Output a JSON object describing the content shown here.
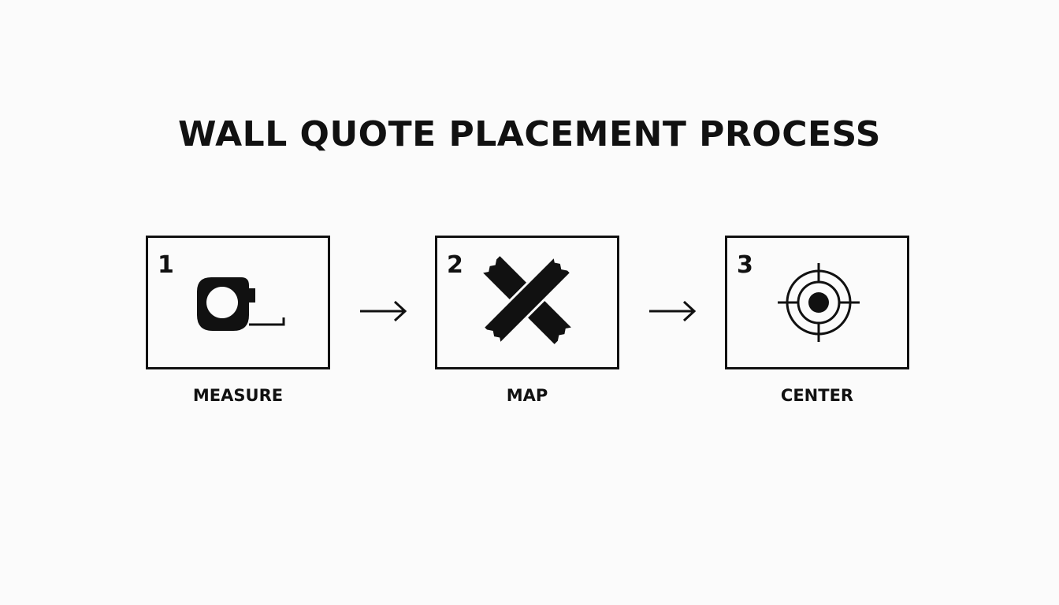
{
  "title": "WALL QUOTE PLACEMENT PROCESS",
  "steps": [
    {
      "number": "1",
      "label": "MEASURE",
      "icon": "tape-measure-icon"
    },
    {
      "number": "2",
      "label": "MAP",
      "icon": "crossed-tape-icon"
    },
    {
      "number": "3",
      "label": "CENTER",
      "icon": "target-crosshair-icon"
    }
  ],
  "connectors": [
    "arrow-right-icon",
    "arrow-right-icon"
  ],
  "colors": {
    "ink": "#111111",
    "background": "#fbfbfb"
  }
}
